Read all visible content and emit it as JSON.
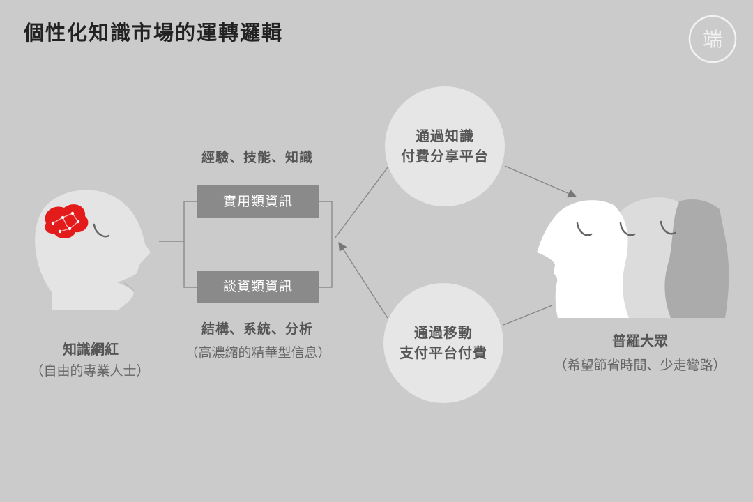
{
  "title": "個性化知識市場的運轉邏輯",
  "logo": {
    "text": "端",
    "icon": "duan-logo-icon"
  },
  "colors": {
    "background": "#cbcbcb",
    "brain": "#e31b1b",
    "box": "#8a8a8a",
    "circle": "#e6e6e6"
  },
  "creator": {
    "name": "知識網紅",
    "note": "（自由的專業人士）"
  },
  "info": {
    "top_caption": "經驗、技能、知識",
    "practical_box": "實用類資訊",
    "talk_box": "談資類資訊",
    "bottom_caption_line1": "結構、系統、分析",
    "bottom_caption_line2": "（高濃縮的精華型信息）"
  },
  "platforms": {
    "knowledge": {
      "line1": "通過知識",
      "line2": "付費分享平台"
    },
    "mobile": {
      "line1": "通過移動",
      "line2": "支付平台付費"
    }
  },
  "audience": {
    "name": "普羅大眾",
    "note": "（希望節省時間、少走彎路）"
  }
}
